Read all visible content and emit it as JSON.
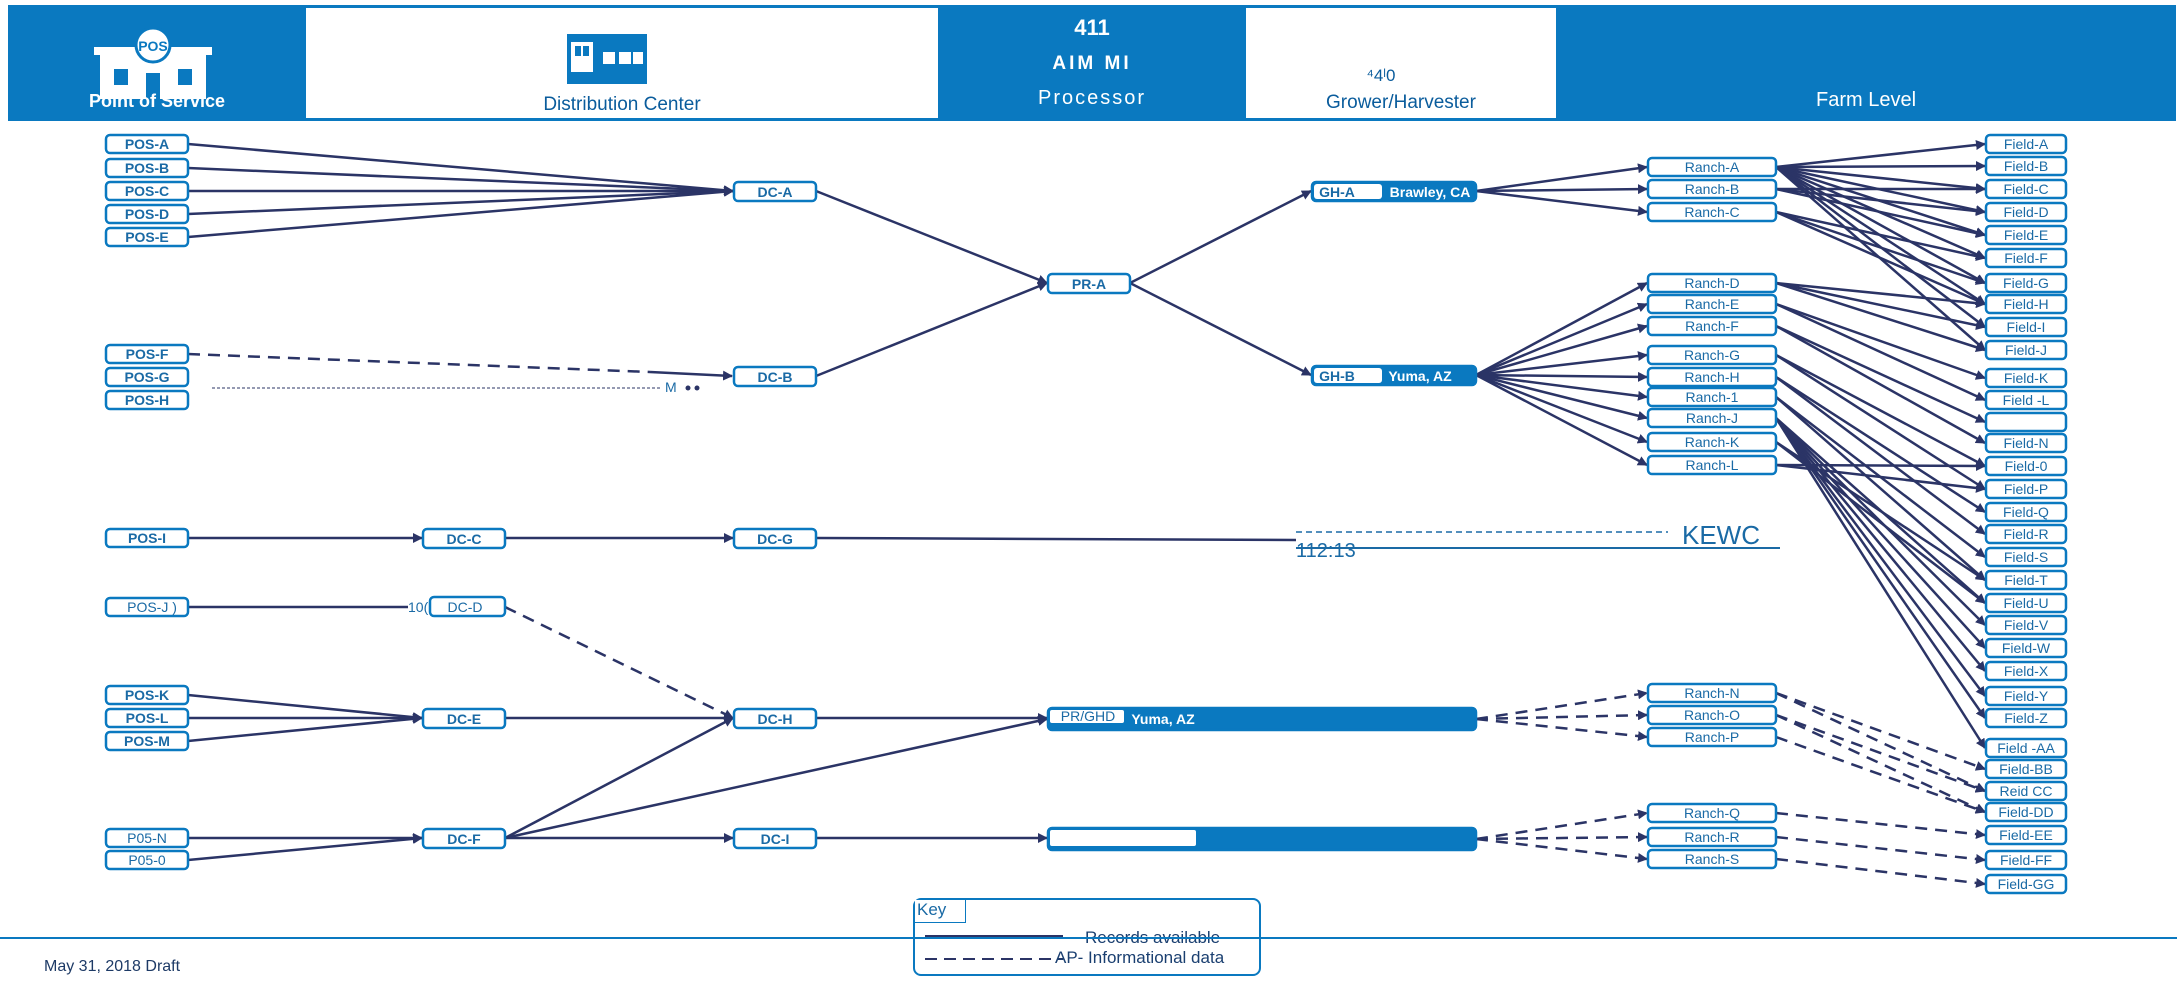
{
  "header": {
    "pos": {
      "icon_text": "POS",
      "label": "Point of Service"
    },
    "dc": {
      "label": "Distribution Center"
    },
    "processor": {
      "top": "411",
      "mid": "AIM MI",
      "label": "Processor"
    },
    "grower": {
      "top": "⁴4ˡ0",
      "label": "Grower/Harvester"
    },
    "farm": {
      "label": "Farm Level"
    }
  },
  "colors": {
    "brand_blue": "#0a79c0",
    "line_navy": "#2b3466",
    "label_blue": "#1a6aa5"
  },
  "pos_nodes": [
    "POS-A",
    "POS-B",
    "POS-C",
    "POS-D",
    "POS-E",
    "POS-F",
    "POS-G",
    "POS-H",
    "POS-I",
    "POS-J )",
    "POS-K",
    "POS-L",
    "POS-M",
    "P05-N",
    "P05-0"
  ],
  "dc_nodes": [
    "DC-A",
    "DC-B",
    "DC-C",
    "DC-G",
    "DC-D",
    "DC-E",
    "DC-H",
    "DC-F",
    "DC-I"
  ],
  "dc_d_prefix": "10(",
  "processor_nodes": [
    "PR-A",
    "PR/GHD"
  ],
  "grower_nodes": [
    {
      "id": "GH-A",
      "location": "Brawley, CA"
    },
    {
      "id": "GH-B",
      "location": "Yuma, AZ"
    },
    {
      "id": "PR/GHD",
      "location": "Yuma, AZ"
    }
  ],
  "ranch_nodes": [
    "Ranch-A",
    "Ranch-B",
    "Ranch-C",
    "Ranch-D",
    "Ranch-E",
    "Ranch-F",
    "Ranch-G",
    "Ranch-H",
    "Ranch-1",
    "Ranch-J",
    "Ranch-K",
    "Ranch-L",
    "Ranch-N",
    "Ranch-O",
    "Ranch-P",
    "Ranch-Q",
    "Ranch-R",
    "Ranch-S"
  ],
  "field_nodes": [
    "Field-A",
    "Field-B",
    "Field-C",
    "Field-D",
    "Field-E",
    "Field-F",
    "Field-G",
    "Field-H",
    "Field-I",
    "Field-J",
    "Field-K",
    "Field -L",
    "",
    "Field-N",
    "Field-0",
    "Field-P",
    "Field-Q",
    "Field-R",
    "Field-S",
    "Field-T",
    "Field-U",
    "Field-V",
    "Field-W",
    "Field-X",
    "Field-Y",
    "Field-Z",
    "Field -AA",
    "Field-BB",
    "Reid CC",
    "Field-DD",
    "Field-EE",
    "Field-FF",
    "Field-GG"
  ],
  "annotations": {
    "m_marker": "M",
    "kewc": "KEWC",
    "kewc_sub": "112:13"
  },
  "key": {
    "title": "Key",
    "solid": "Records available",
    "dashed": "AP- Informational data"
  },
  "footer": {
    "draft": "May 31, 2018 Draft"
  }
}
